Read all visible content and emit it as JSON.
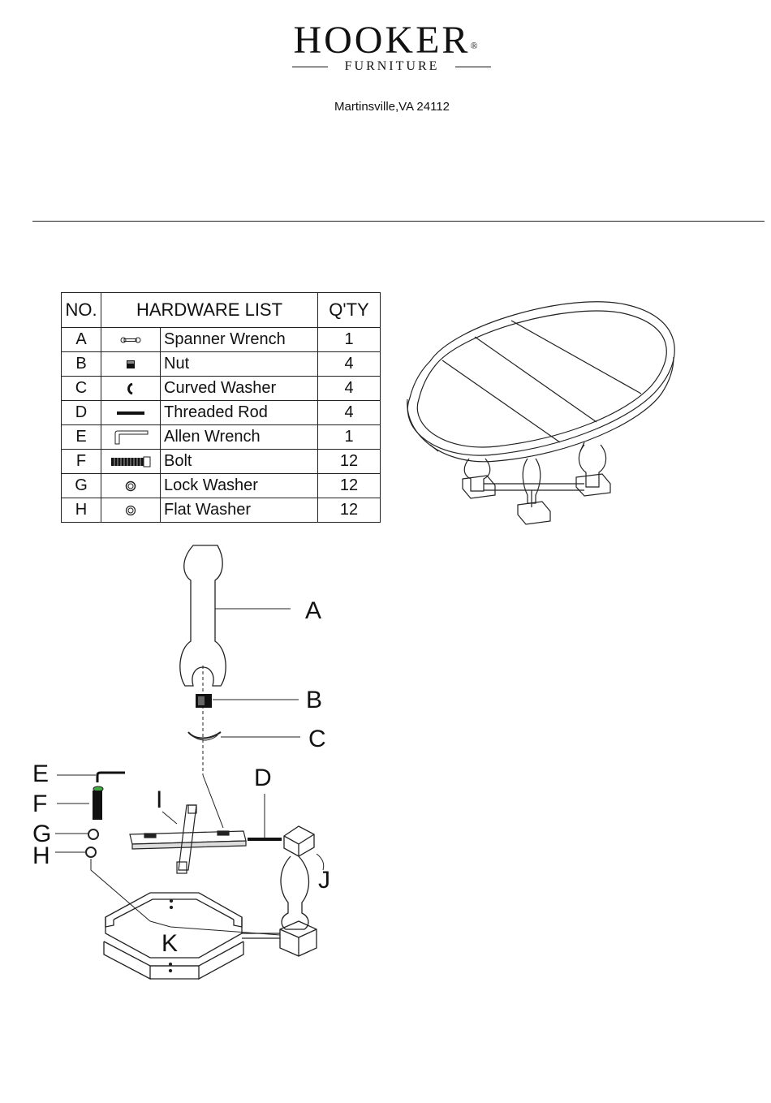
{
  "header": {
    "brand_name": "HOOKER",
    "brand_mark": "®",
    "brand_sub": "FURNITURE",
    "address": "Martinsville,VA 24112"
  },
  "hardware_table": {
    "headers": {
      "no": "NO.",
      "list": "HARDWARE LIST",
      "qty": "Q'TY"
    },
    "rows": [
      {
        "no": "A",
        "icon": "spanner-wrench-icon",
        "name": "Spanner Wrench",
        "qty": "1"
      },
      {
        "no": "B",
        "icon": "nut-icon",
        "name": "Nut",
        "qty": "4"
      },
      {
        "no": "C",
        "icon": "curved-washer-icon",
        "name": "Curved Washer",
        "qty": "4"
      },
      {
        "no": "D",
        "icon": "threaded-rod-icon",
        "name": "Threaded Rod",
        "qty": "4"
      },
      {
        "no": "E",
        "icon": "allen-wrench-icon",
        "name": "Allen Wrench",
        "qty": "1"
      },
      {
        "no": "F",
        "icon": "bolt-icon",
        "name": "Bolt",
        "qty": "12"
      },
      {
        "no": "G",
        "icon": "lock-washer-icon",
        "name": "Lock Washer",
        "qty": "12"
      },
      {
        "no": "H",
        "icon": "flat-washer-icon",
        "name": "Flat Washer",
        "qty": "12"
      }
    ]
  },
  "diagram": {
    "part_labels": [
      "A",
      "B",
      "C",
      "D",
      "E",
      "F",
      "G",
      "H",
      "I",
      "J",
      "K"
    ]
  }
}
